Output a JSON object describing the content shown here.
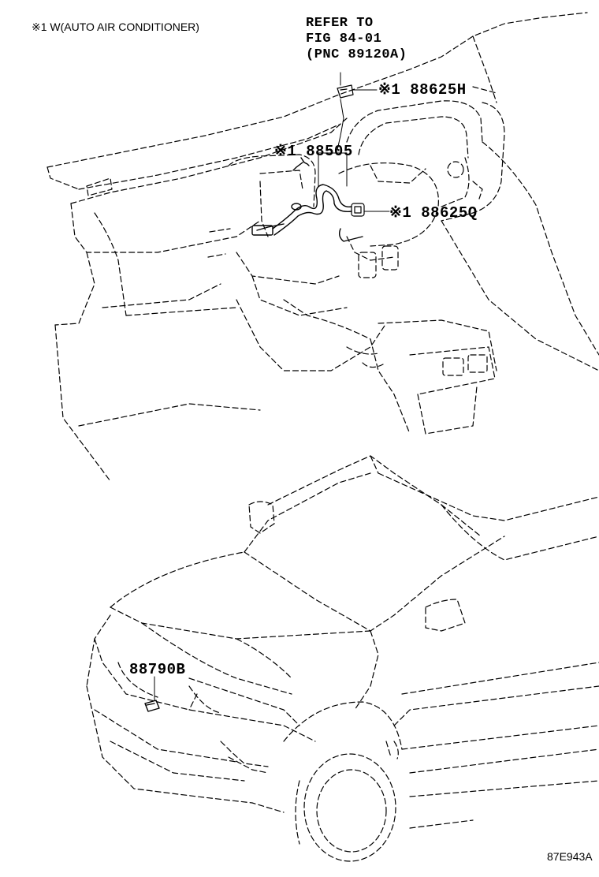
{
  "note": "※1 W(AUTO AIR CONDITIONER)",
  "refer": {
    "line1": "REFER TO",
    "line2": "FIG 84-01",
    "line3": "(PNC 89120A)"
  },
  "callouts": {
    "p88625H": "※1 88625H",
    "p88505": "※1 88505",
    "p88625Q": "※1 88625Q",
    "p88790B": "88790B"
  },
  "illustration_code": "87E943A"
}
